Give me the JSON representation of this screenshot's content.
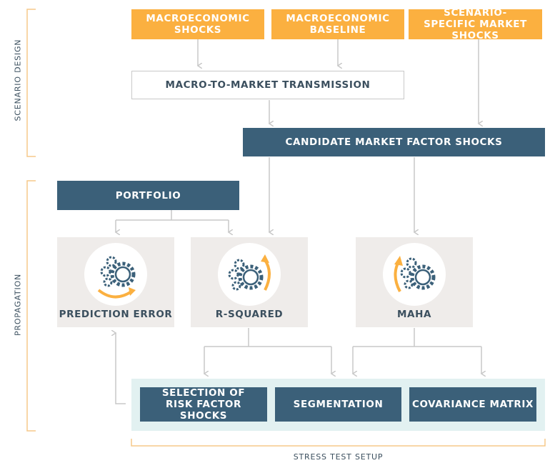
{
  "sections": {
    "scenario_design": "SCENARIO DESIGN",
    "propagation": "PROPAGATION",
    "stress_test_setup": "STRESS TEST SETUP"
  },
  "inputs": {
    "macro_shocks": "MACROECONOMIC SHOCKS",
    "macro_baseline": "MACROECONOMIC BASELINE",
    "scenario_specific": "SCENARIO-SPECIFIC MARKET SHOCKS"
  },
  "transmission": "MACRO-TO-MARKET TRANSMISSION",
  "candidate": "CANDIDATE MARKET FACTOR SHOCKS",
  "portfolio": "PORTFOLIO",
  "methods": {
    "prediction_error": "PREDICTION ERROR",
    "r_squared": "R-SQUARED",
    "maha": "MAHA"
  },
  "setup": {
    "selection": "SELECTION OF RISK FACTOR SHOCKS",
    "segmentation": "SEGMENTATION",
    "covariance": "COVARIANCE MATRIX"
  },
  "colors": {
    "orange": "#fbb040",
    "navy": "#3b6079",
    "panel": "#efecea",
    "band": "#e2f1f1",
    "connector": "#c8c8c8",
    "bracket": "#f5c98a"
  }
}
